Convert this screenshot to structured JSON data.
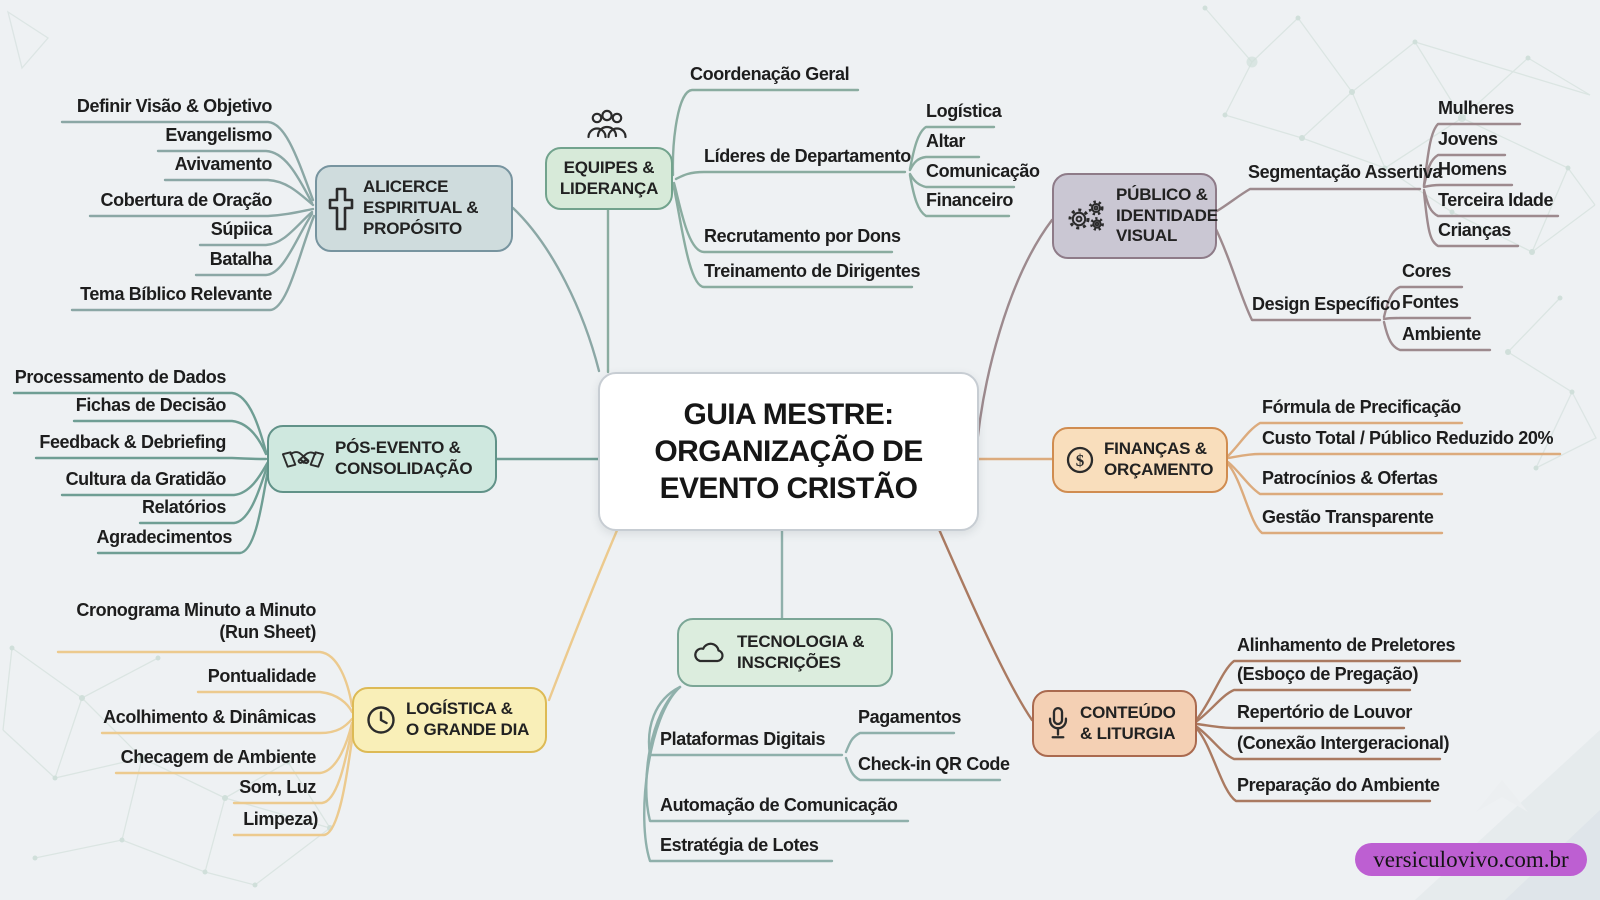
{
  "center": {
    "title": "GUIA MESTRE:\nORGANIZAÇÃO DE\nEVENTO CRISTÃO"
  },
  "alicerce": {
    "title": "ALICERCE\nESPIRITUAL &\nPROPÓSITO",
    "icon": "cross-icon",
    "items": [
      "Definir Visão & Objetivo",
      "Evangelismo",
      "Avivamento",
      "Cobertura de Oração",
      "Súpiica",
      "Batalha",
      "Tema Bíblico Relevante"
    ]
  },
  "equipes": {
    "title": "EQUIPES &\nLIDERANÇA",
    "icon": "people-icon",
    "items": [
      "Coordenação Geral",
      "Líderes de Departamento",
      "Recrutamento por Dons",
      "Treinamento de Dirigentes"
    ],
    "lideres_children": [
      "Logística",
      "Altar",
      "Comunicação",
      "Financeiro"
    ]
  },
  "publico": {
    "title": "PÚBLICO &\nIDENTIDADE\nVISUAL",
    "icon": "gears-icon",
    "segmentacao": "Segmentação Assertiva",
    "seg_children": [
      "Mulheres",
      "Jovens",
      "Homens",
      "Terceira Idade",
      "Crianças"
    ],
    "design": "Design Específico",
    "design_children": [
      "Cores",
      "Fontes",
      "Ambiente"
    ]
  },
  "pos_evento": {
    "title": "PÓS-EVENTO &\nCONSOLIDAÇÃO",
    "icon": "handshake-icon",
    "items": [
      "Processamento de Dados",
      "Fichas de Decisão",
      "Feedback & Debriefing",
      "Cultura da Gratidão",
      "Relatórios",
      "Agradecimentos"
    ]
  },
  "financas": {
    "title": "FINANÇAS &\nORÇAMENTO",
    "icon": "dollar-icon",
    "items": [
      "Fórmula de Precificação",
      "Custo Total / Público Reduzido 20%",
      "Patrocínios & Ofertas",
      "Gestão Transparente"
    ]
  },
  "logistica": {
    "title": "LOGÍSTICA &\nO GRANDE DIA",
    "icon": "clock-icon",
    "items": [
      "Cronograma Minuto a Minuto\n(Run Sheet)",
      "Pontualidade",
      "Acolhimento & Dinâmicas",
      "Checagem de Ambiente",
      "Som, Luz",
      "Limpeza)"
    ]
  },
  "tecnologia": {
    "title": "TECNOLOGIA &\nINSCRIÇÕES",
    "icon": "cloud-icon",
    "items": [
      "Plataformas Digitais",
      "Automação de Comunicação",
      "Estratégia de Lotes"
    ],
    "plataformas_children": [
      "Pagamentos",
      "Check-in QR Code"
    ]
  },
  "conteudo": {
    "title": "CONTEÚDO\n& LITURGIA",
    "icon": "microphone-icon",
    "items": [
      "Alinhamento de Preletores",
      "(Esboço de Pregação)",
      "Repertório de Louvor",
      "(Conexão Intergeracional)",
      "Preparação do Ambiente"
    ]
  },
  "watermark": {
    "text": "versiculovivo.com.br",
    "bg": "#bd5fd2"
  },
  "palette": {
    "background": "#eef1f3",
    "alicerce": {
      "fill": "#cfdcdd",
      "border": "#77949f",
      "line": "#8ba7a5"
    },
    "equipes": {
      "fill": "#d7ead9",
      "border": "#72a38d",
      "line": "#8aaca0"
    },
    "publico": {
      "fill": "#cac7d3",
      "border": "#8e7b88",
      "line": "#9d8a8e"
    },
    "pos_evento": {
      "fill": "#cfe8df",
      "border": "#619288",
      "line": "#6f9e94"
    },
    "financas": {
      "fill": "#f9debc",
      "border": "#d08c50",
      "line": "#dcab7d"
    },
    "logistica": {
      "fill": "#f9efb8",
      "border": "#ddba55",
      "line": "#ecca8e"
    },
    "tecnologia": {
      "fill": "#dcedde",
      "border": "#7ba696",
      "line": "#8fb0ab"
    },
    "conteudo": {
      "fill": "#f4d0b4",
      "border": "#aa6a4f",
      "line": "#aa7a61"
    }
  }
}
